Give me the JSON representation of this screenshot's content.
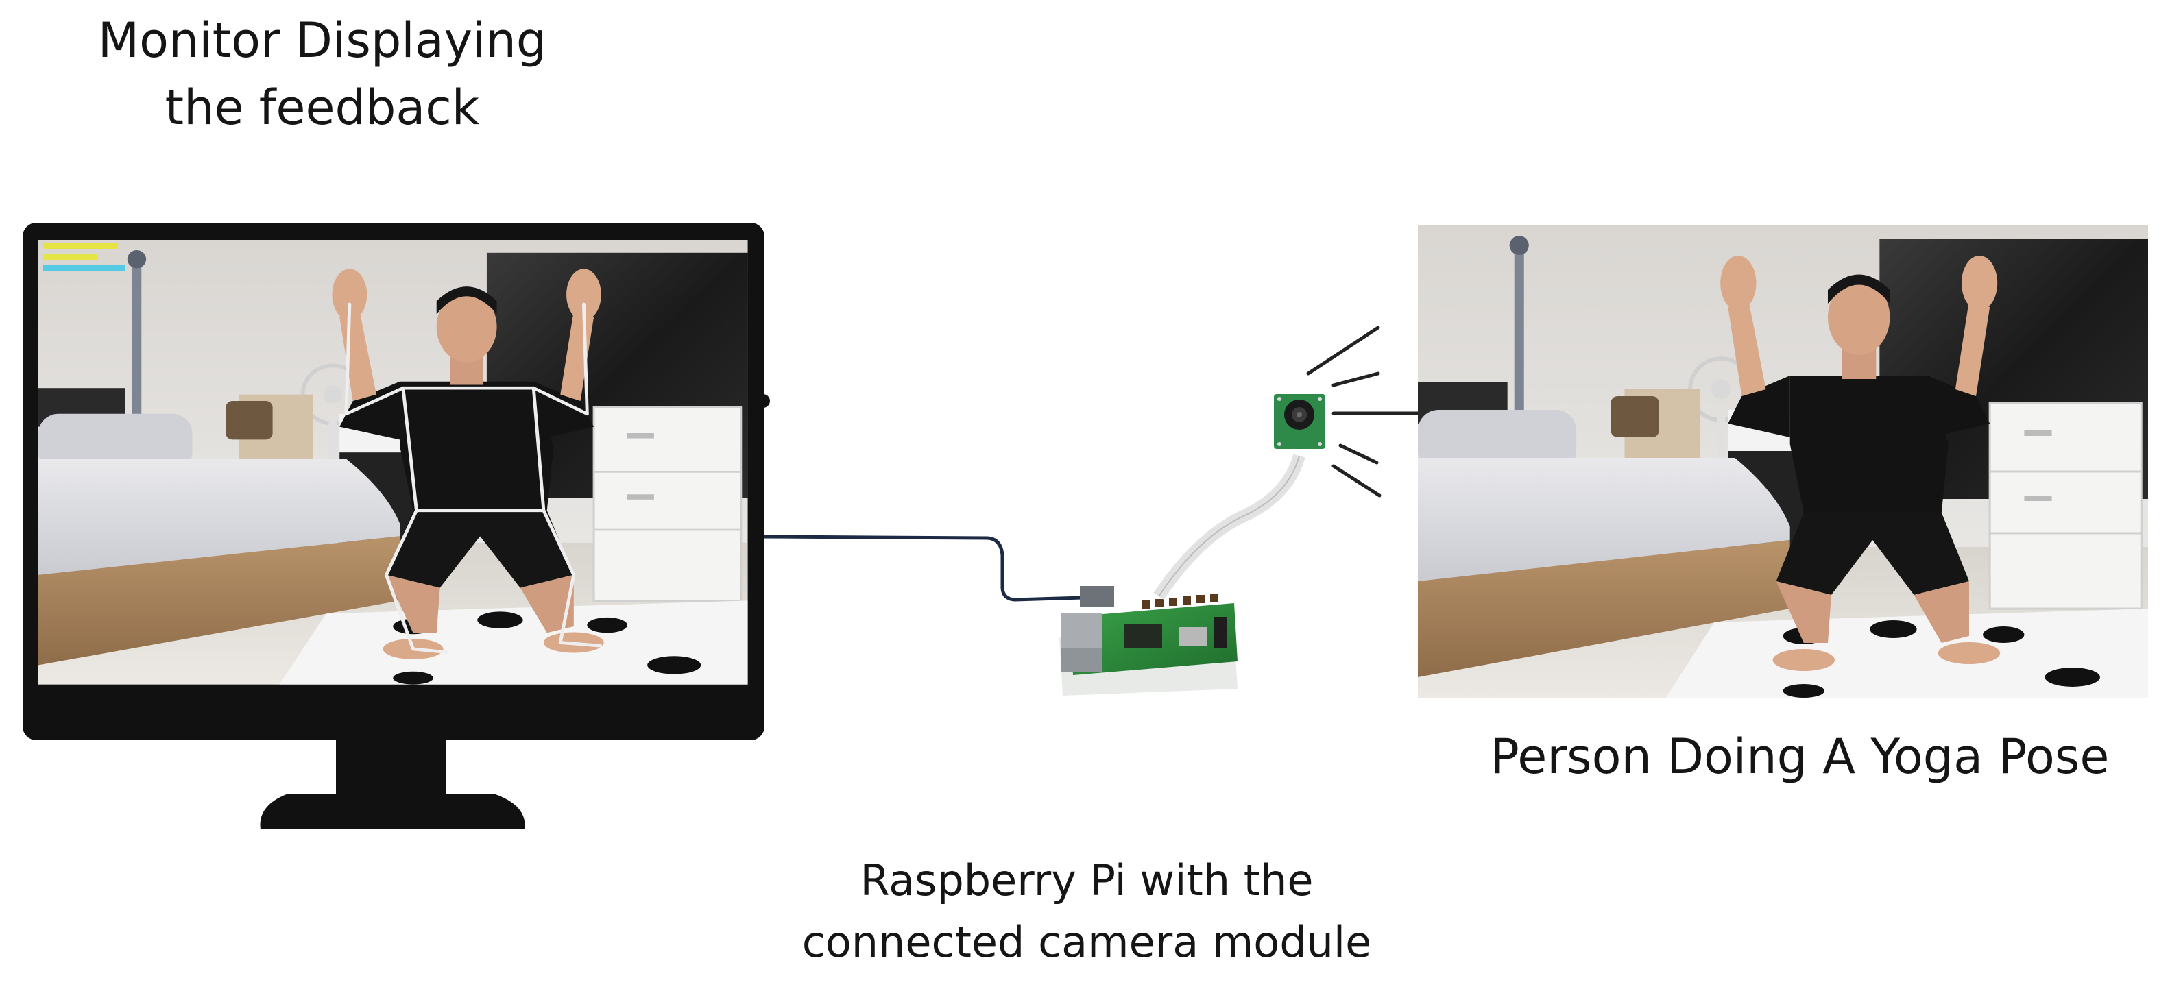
{
  "labels": {
    "monitor": "Monitor Displaying\nthe feedback",
    "person": "Person Doing A Yoga Pose",
    "pi": "Raspberry Pi with the\nconnected camera module"
  },
  "colors": {
    "monitor_frame": "#111111",
    "cable": "#1c2a44",
    "skeleton": "#e8e8e8",
    "overlay_yellow": "#e6e62c",
    "overlay_cyan": "#3cc8e6",
    "pi_board": "#2f8a3a",
    "camera_board": "#2e8a48"
  },
  "icons": {
    "monitor": "desktop-monitor-icon",
    "raspberry_pi": "raspberry-pi-board-icon",
    "camera": "camera-module-icon",
    "signal": "signal-lines-icon"
  }
}
